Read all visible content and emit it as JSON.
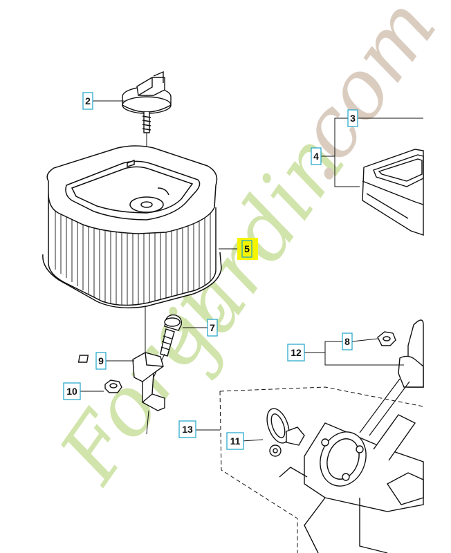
{
  "callouts": [
    {
      "id": "c2",
      "label": "2",
      "highlighted": false
    },
    {
      "id": "c3",
      "label": "3",
      "highlighted": false
    },
    {
      "id": "c4",
      "label": "4",
      "highlighted": false
    },
    {
      "id": "c5",
      "label": "5",
      "highlighted": true
    },
    {
      "id": "c7",
      "label": "7",
      "highlighted": false
    },
    {
      "id": "c8",
      "label": "8",
      "highlighted": false
    },
    {
      "id": "c9",
      "label": "9",
      "highlighted": false
    },
    {
      "id": "c10",
      "label": "10",
      "highlighted": false
    },
    {
      "id": "c11",
      "label": "11",
      "highlighted": false
    },
    {
      "id": "c12",
      "label": "12",
      "highlighted": false
    },
    {
      "id": "c13",
      "label": "13",
      "highlighted": false
    }
  ],
  "watermark": {
    "part1": "Foret",
    "part2": "jardin",
    "part3": ".com",
    "color_green": "#cfe3a8",
    "color_orange": "#f2c49a",
    "color_brown": "#d8cbbd"
  },
  "colors": {
    "highlight_fill": "#f5f500",
    "box_border": "#1aa3c8",
    "line": "#111111"
  }
}
